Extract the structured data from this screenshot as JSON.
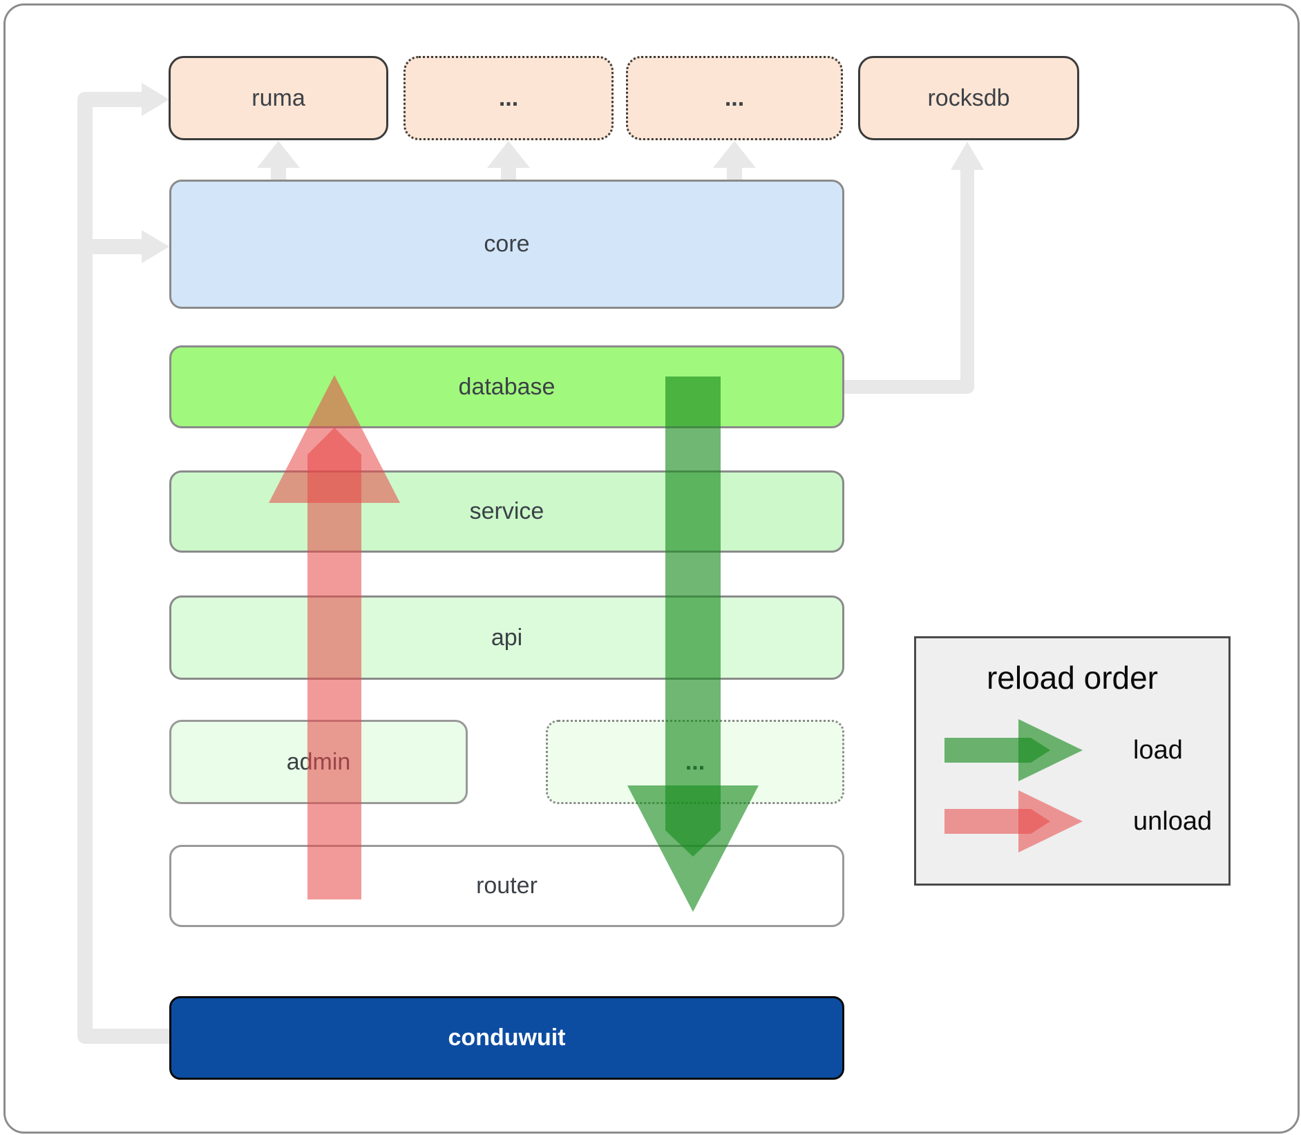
{
  "diagram": {
    "boxes": {
      "ruma": "ruma",
      "crates_more_1": "...",
      "crates_more_2": "...",
      "rocksdb": "rocksdb",
      "core": "core",
      "database": "database",
      "service": "service",
      "api": "api",
      "admin": "admin",
      "services_more": "...",
      "router": "router",
      "conduwuit": "conduwuit"
    }
  },
  "legend": {
    "title": "reload order",
    "load_label": "load",
    "unload_label": "unload"
  },
  "colors": {
    "load_arrow": "#168a1d",
    "unload_arrow": "#e84747",
    "connector_gray": "#e8e8e8",
    "crate_peach": "#fce5d4",
    "core_blue": "#d3e6f9",
    "database_green": "#a0f87d",
    "service_green": "#ccf8ca",
    "api_green": "#dcfbda",
    "admin_green": "#e9fde8",
    "services_more_green": "#eefdec",
    "router_white": "#ffffff",
    "conduwuit_blue": "#0c4da1",
    "legend_bg": "#efefef"
  }
}
